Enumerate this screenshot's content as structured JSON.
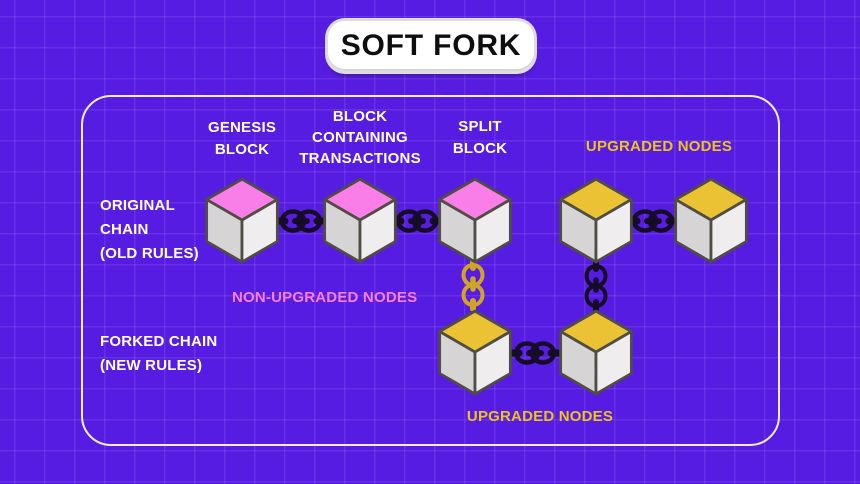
{
  "title": "SOFT FORK",
  "labels": {
    "genesis_block": [
      "GENESIS",
      "BLOCK"
    ],
    "block_containing_transactions": [
      "BLOCK",
      "CONTAINING",
      "TRANSACTIONS"
    ],
    "split_block": [
      "SPLIT",
      "BLOCK"
    ],
    "upgraded_nodes_top": "UPGRADED NODES",
    "original_chain": [
      "ORIGINAL",
      "CHAIN",
      "(OLD RULES)"
    ],
    "non_upgraded_nodes": "NON-UPGRADED NODES",
    "forked_chain": [
      "FORKED CHAIN",
      "(NEW RULES)"
    ],
    "upgraded_nodes_bottom": "UPGRADED NODES"
  },
  "diagram": {
    "original_chain_nodes": [
      {
        "name": "genesis-block",
        "type": "non-upgraded"
      },
      {
        "name": "block-containing-transactions",
        "type": "non-upgraded"
      },
      {
        "name": "split-block",
        "type": "non-upgraded"
      },
      {
        "name": "upgraded-node-1",
        "type": "upgraded"
      },
      {
        "name": "upgraded-node-2",
        "type": "upgraded"
      }
    ],
    "forked_chain_nodes": [
      {
        "name": "forked-node-1",
        "type": "upgraded"
      },
      {
        "name": "forked-node-2",
        "type": "upgraded"
      }
    ],
    "links": [
      "genesis-block — block-containing-transactions",
      "block-containing-transactions — split-block",
      "upgraded-node-1 — upgraded-node-2",
      "split-block — forked-node-1 (gold vertical chain)",
      "upgraded-node-1 — forked-node-2 (dark vertical chain)",
      "forked-node-1 — forked-node-2"
    ]
  },
  "colors": {
    "background": "#571CE2",
    "grid_line": "rgba(255,255,255,0.09)",
    "frame_border": "#F2ECFA",
    "title_pill_bg": "#FFFFFF",
    "title_text": "#0E0E0E",
    "non_upgraded_cube_top": "#FA7EE7",
    "upgraded_cube_top": "#EAC233",
    "cube_left_face": "#D7D4D6",
    "cube_right_face": "#EFEDEE",
    "cube_outline": "#4F4D44",
    "chain_dark": "#150C27",
    "chain_gold": "#D0A426",
    "label_white": "#FFFFFF",
    "label_pink": "#F97FD9",
    "label_yellow": "#EDC31F"
  }
}
